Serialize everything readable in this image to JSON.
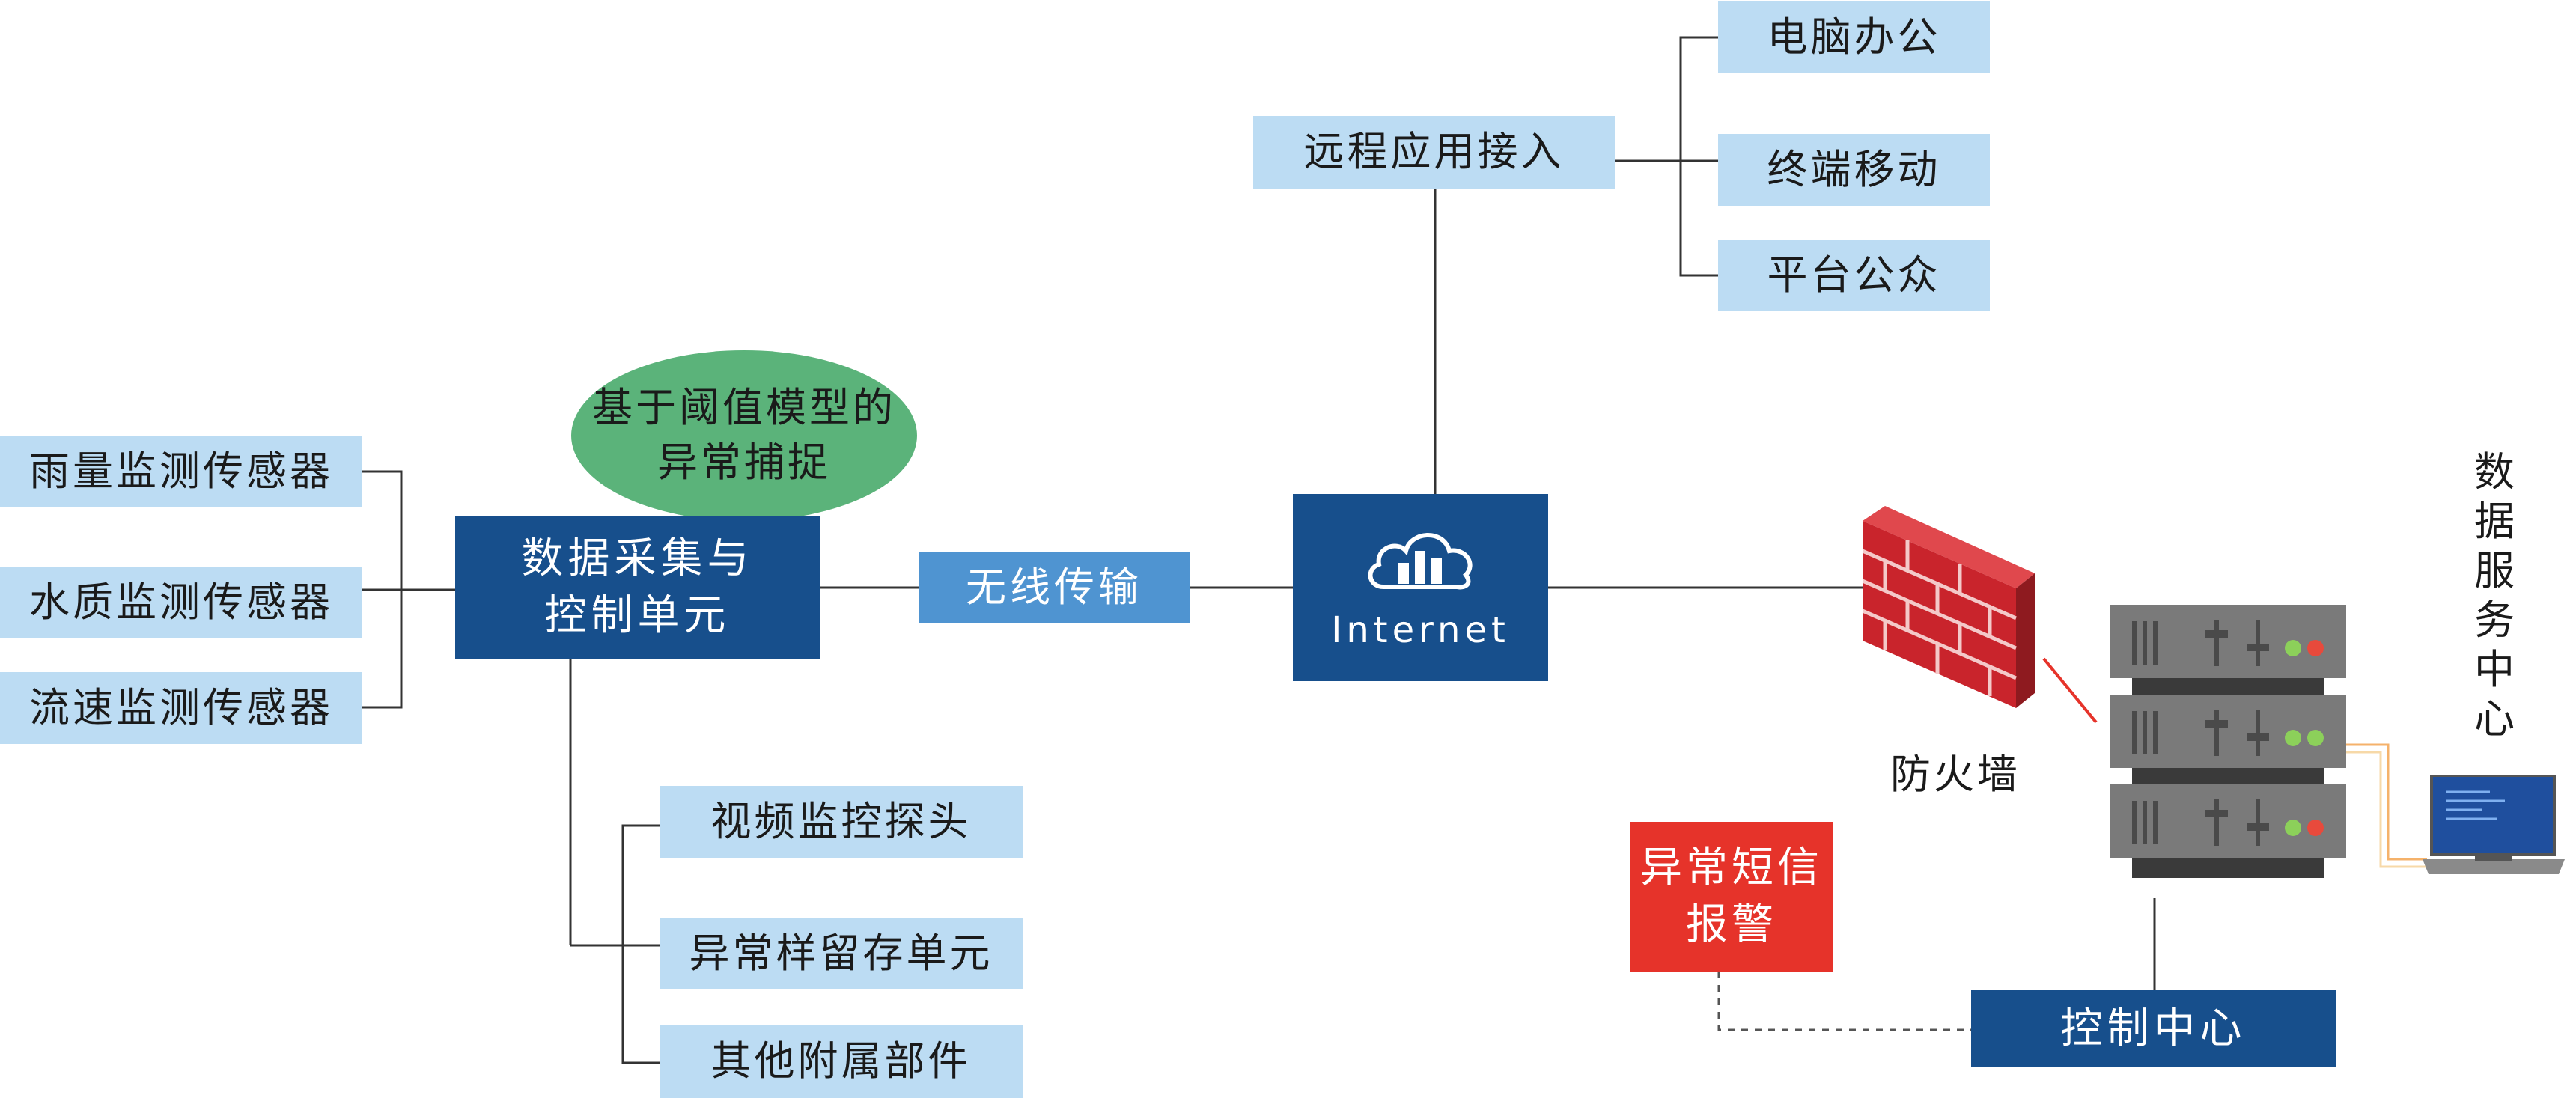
{
  "sensors": [
    "雨量监测传感器",
    "水质监测传感器",
    "流速监测传感器"
  ],
  "acquisition_unit": "数据采集与\n控制单元",
  "anomaly_capture": "基于阈值模型的\n异常捕捉",
  "wireless": "无线传输",
  "internet_label": "Internet",
  "remote_access": "远程应用接入",
  "remote_targets": [
    "电脑办公",
    "终端移动",
    "平台公众"
  ],
  "peripherals": [
    "视频监控探头",
    "异常样留存单元",
    "其他附属部件"
  ],
  "firewall_label": "防火墙",
  "data_center_label": "数据服务中心",
  "sms_alarm": "异常短信\n报警",
  "control_center": "控制中心",
  "colors": {
    "light_box": "#bcdcf3",
    "dark_box": "#174f8c",
    "mid_box": "#4f94d1",
    "alarm": "#e6332a",
    "ellipse": "#5bb37a",
    "firewall": "#c9242c",
    "server": "#6e6e6e"
  }
}
